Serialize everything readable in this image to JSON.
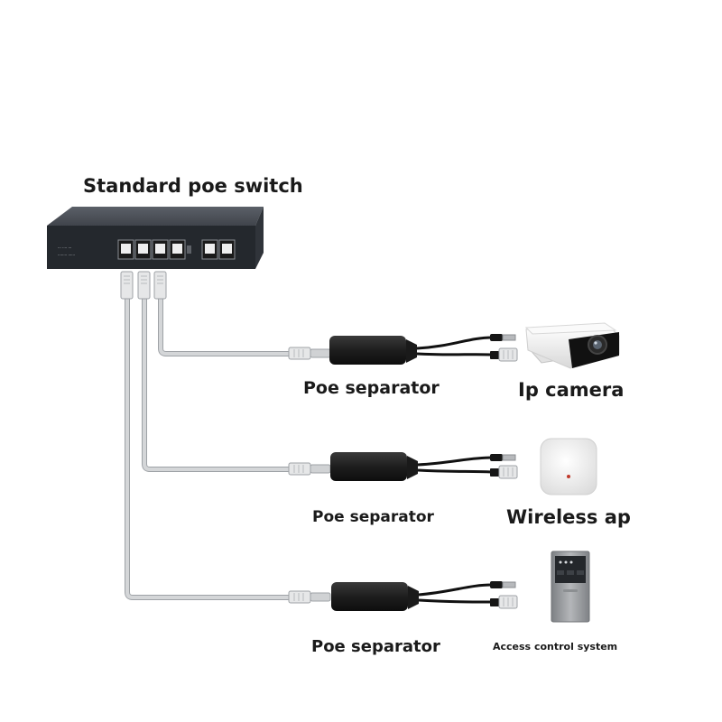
{
  "switch": {
    "title": "Standard poe switch"
  },
  "devices": [
    {
      "separator_label": "Poe separator",
      "device_label": "Ip camera",
      "device_icon": "ip-camera-icon"
    },
    {
      "separator_label": "Poe separator",
      "device_label": "Wireless ap",
      "device_icon": "wireless-ap-icon"
    },
    {
      "separator_label": "Poe separator",
      "device_label": "Access control system",
      "device_icon": "access-control-panel-icon"
    }
  ],
  "colors": {
    "cable": "#c8cacc",
    "cable_edge": "#9ea2a6",
    "separator_body": "#1c1c1c",
    "switch_body": "#3c4046",
    "switch_front": "#23272c",
    "camera_body": "#f2f2f2",
    "panel_body": "#9a9c9f"
  }
}
